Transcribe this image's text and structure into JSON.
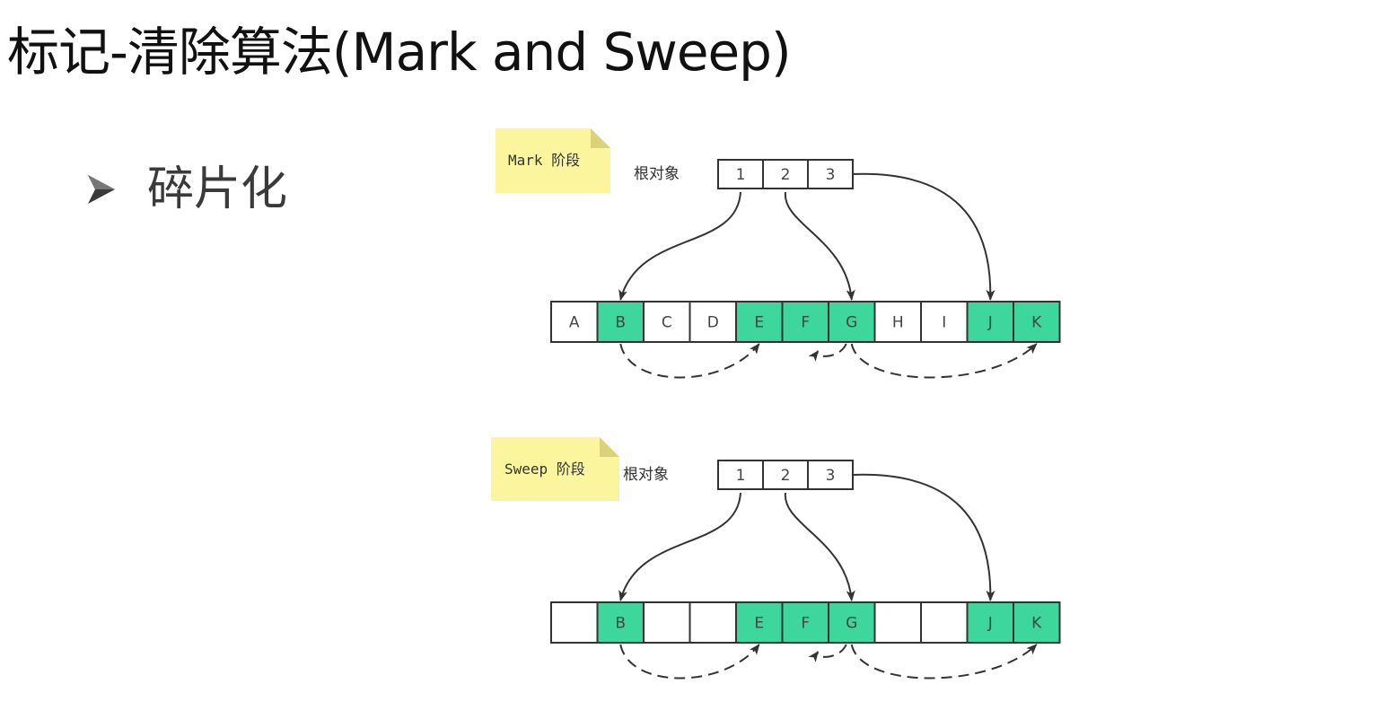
{
  "title": "标记-清除算法(Mark and Sweep)",
  "bullet": {
    "icon": "arrowhead-bullet-icon",
    "text": "碎片化"
  },
  "colors": {
    "marked": "#3dd69d",
    "note": "#fbf59e",
    "stroke": "#333333"
  },
  "roots": [
    "1",
    "2",
    "3"
  ],
  "panels": [
    {
      "id": "mark",
      "note_label": "Mark 阶段",
      "root_label": "根对象",
      "cells": [
        {
          "label": "A",
          "marked": false
        },
        {
          "label": "B",
          "marked": true
        },
        {
          "label": "C",
          "marked": false
        },
        {
          "label": "D",
          "marked": false
        },
        {
          "label": "E",
          "marked": true
        },
        {
          "label": "F",
          "marked": true
        },
        {
          "label": "G",
          "marked": true
        },
        {
          "label": "H",
          "marked": false
        },
        {
          "label": "I",
          "marked": false
        },
        {
          "label": "J",
          "marked": true
        },
        {
          "label": "K",
          "marked": true
        }
      ]
    },
    {
      "id": "sweep",
      "note_label": "Sweep 阶段",
      "root_label": "根对象",
      "cells": [
        {
          "label": "",
          "marked": false
        },
        {
          "label": "B",
          "marked": true
        },
        {
          "label": "",
          "marked": false
        },
        {
          "label": "",
          "marked": false
        },
        {
          "label": "E",
          "marked": true
        },
        {
          "label": "F",
          "marked": true
        },
        {
          "label": "G",
          "marked": true
        },
        {
          "label": "",
          "marked": false
        },
        {
          "label": "",
          "marked": false
        },
        {
          "label": "J",
          "marked": true
        },
        {
          "label": "K",
          "marked": true
        }
      ]
    }
  ],
  "root_edges": [
    {
      "from_root": "1",
      "to": "B"
    },
    {
      "from_root": "2",
      "to": "G"
    },
    {
      "from_root": "3",
      "to": "J"
    }
  ],
  "ref_edges": [
    {
      "from": "B",
      "to": "E"
    },
    {
      "from": "G",
      "to": "F"
    },
    {
      "from": "G",
      "to": "K"
    }
  ]
}
